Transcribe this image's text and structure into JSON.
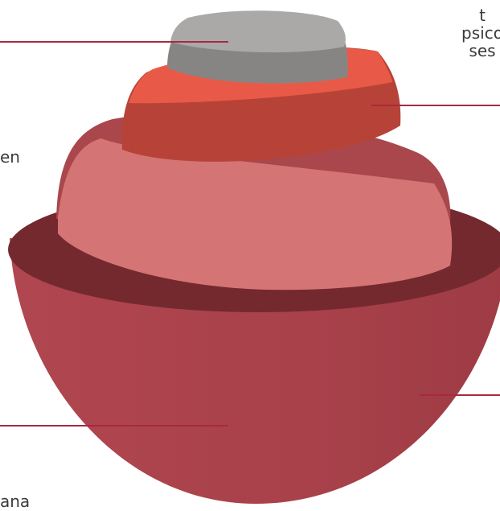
{
  "colors": {
    "leader_line": "#a8293f",
    "label_text": "#3a3a3a",
    "layer_top_gray": "#aaa9a8",
    "layer_top_gray_side": "#878584",
    "layer_orange": "#e85a47",
    "layer_orange_side": "#b74338",
    "layer_pink": "#d47474",
    "layer_pink_side": "#a9474c",
    "layer_core_rim": "#74292e",
    "layer_core": "#a8414a"
  },
  "labels": {
    "top_right_lines": [
      "t",
      "psico",
      "ses"
    ],
    "mid_left": "en",
    "bottom_left": "ana"
  }
}
